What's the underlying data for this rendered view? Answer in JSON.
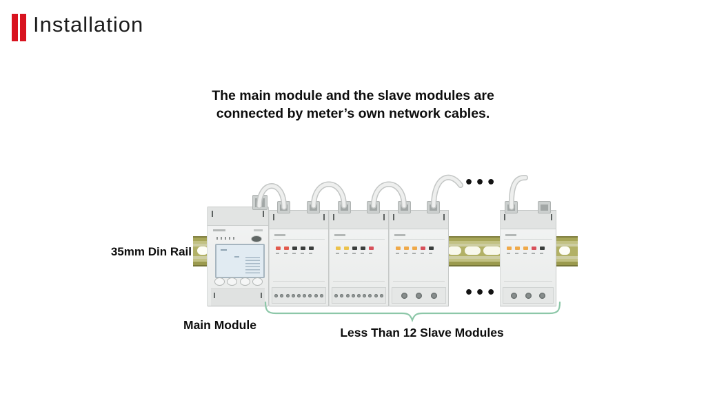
{
  "header": {
    "title": "Installation",
    "accent_color": "#d8131f"
  },
  "intro": {
    "line1": "The main module and the slave modules are",
    "line2": "connected by meter’s own network cables."
  },
  "diagram": {
    "labels": {
      "din_rail": "35mm Din Rail",
      "main_module": "Main Module",
      "slave_modules": "Less Than 12 Slave Modules"
    },
    "ellipsis": "•••",
    "colors": {
      "rail_body": "#b2b166",
      "rail_edge": "#7f7e3e",
      "rail_slot": "#f8f8ec",
      "brace": "#8cc7a8",
      "module_body": "#eef0ef",
      "module_cap": "#e1e3e2",
      "lcd": "#e1ebf2",
      "cable": "#eeefee"
    },
    "main_module": {
      "buttons": 4
    },
    "slave_modules": [
      {
        "leds": [
          "#e25a4d",
          "#e25a4d",
          "#3a3d3c",
          "#3a3d3c",
          "#3a3d3c"
        ],
        "terminals": "small"
      },
      {
        "leds": [
          "#ecc24c",
          "#ecc24c",
          "#3a3d3c",
          "#3a3d3c",
          "#d8505a"
        ],
        "terminals": "small"
      },
      {
        "leds": [
          "#efa94a",
          "#efa94a",
          "#efa94a",
          "#d8505a",
          "#3a3d3c"
        ],
        "terminals": "large"
      },
      {
        "leds": [
          "#efa94a",
          "#efa94a",
          "#efa94a",
          "#d8505a",
          "#3a3d3c"
        ],
        "terminals": "large"
      }
    ]
  }
}
